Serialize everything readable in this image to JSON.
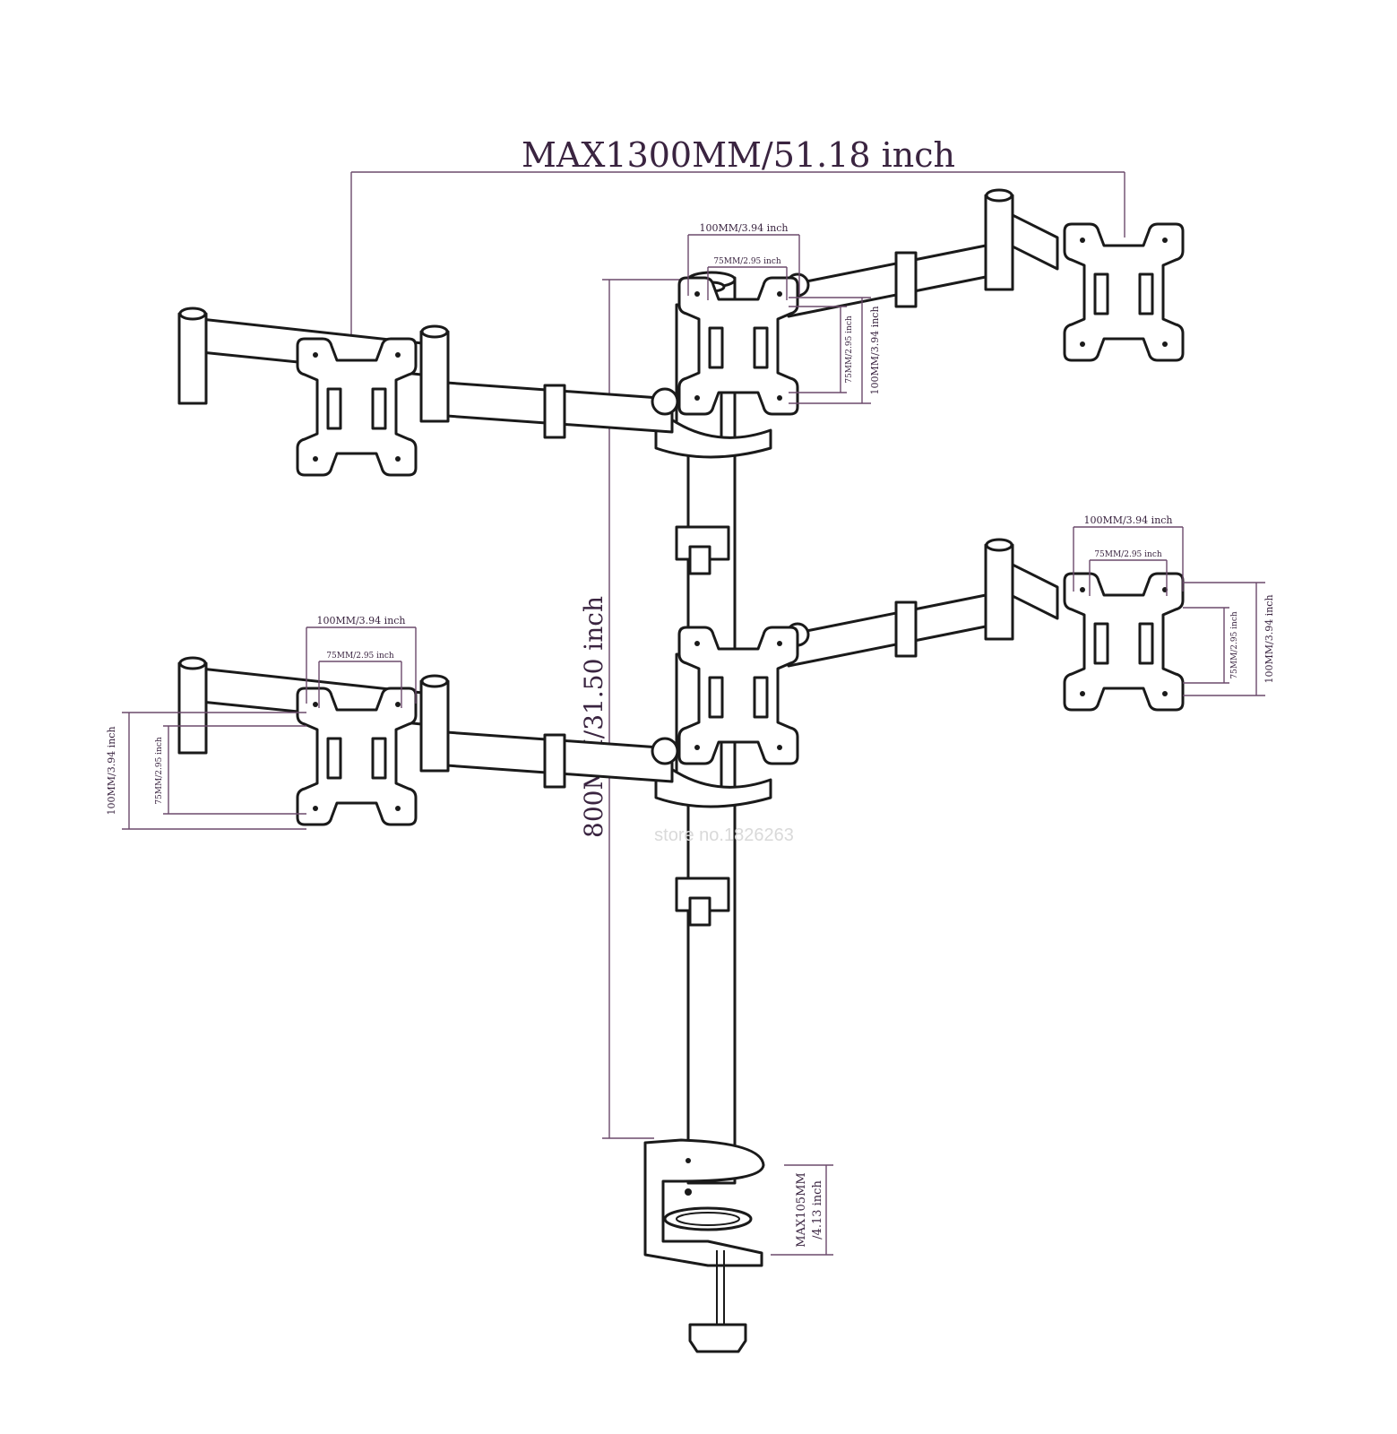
{
  "dimensions": {
    "total_width": "MAX1300MM/51.18 inch",
    "pole_height": "800MM/31.50 inch",
    "clamp_max": "MAX105MM",
    "clamp_max_inch": "/4.13 inch",
    "vesa_100_h": "100MM/3.94 inch",
    "vesa_75_h": "75MM/2.95 inch",
    "vesa_100_v": "100MM/3.94 inch",
    "vesa_75_v": "75MM/2.95 inch"
  },
  "watermark": "store no.1826263"
}
